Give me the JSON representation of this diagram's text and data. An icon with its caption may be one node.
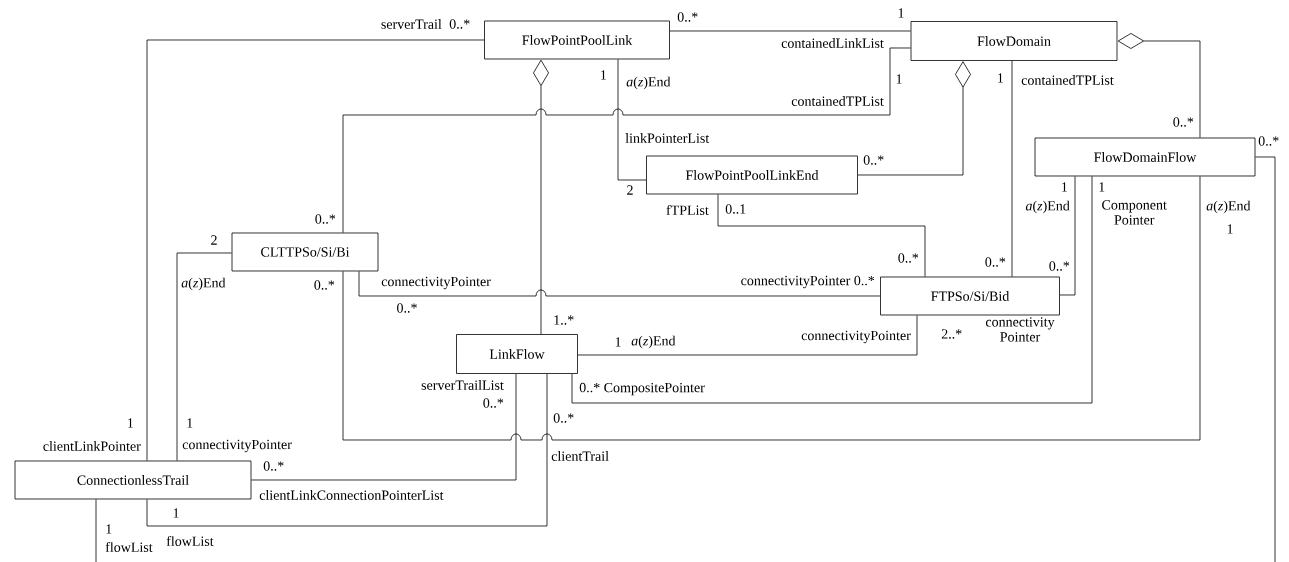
{
  "diagram": {
    "nodes": [
      {
        "text": [
          "FlowPointPoolLink"
        ]
      },
      {
        "text": [
          "FlowDomain"
        ]
      },
      {
        "text": [
          "FlowDomainFlow"
        ]
      },
      {
        "text": [
          "FlowPointPoolLinkEnd"
        ]
      },
      {
        "text": [
          "CLTTPSo/Si/Bi"
        ]
      },
      {
        "text": [
          "FTPSo/Si/Bid"
        ]
      },
      {
        "text": [
          "LinkFlow"
        ]
      },
      {
        "text": [
          "ConnectionlessTrail"
        ]
      }
    ],
    "edges": [
      {
        "from": 0,
        "to": 1,
        "arrow": "none"
      },
      {
        "from": 1,
        "to": 4,
        "arrow": "none"
      },
      {
        "from": 0,
        "to": 6,
        "arrow": "other"
      },
      {
        "from": 0,
        "to": 3,
        "arrow": "none"
      },
      {
        "from": 1,
        "to": 3,
        "arrow": "other"
      },
      {
        "from": 1,
        "to": 5,
        "arrow": "none"
      },
      {
        "from": 1,
        "to": 2,
        "arrow": "other"
      },
      {
        "from": 3,
        "to": 5,
        "arrow": "none"
      },
      {
        "from": 4,
        "to": 5,
        "arrow": "none"
      },
      {
        "from": 2,
        "to": 5,
        "arrow": "none"
      },
      {
        "from": 6,
        "to": 5,
        "arrow": "none"
      },
      {
        "from": 6,
        "to": 2,
        "arrow": "none"
      },
      {
        "from": 2,
        "to": 4,
        "arrow": "none"
      },
      {
        "from": 2,
        "to": null,
        "arrow": "none"
      },
      {
        "from": 0,
        "to": 7,
        "arrow": "none"
      },
      {
        "from": 4,
        "to": 7,
        "arrow": "none"
      },
      {
        "from": 7,
        "to": 6,
        "arrow": "none"
      },
      {
        "from": 7,
        "to": 6,
        "arrow": "none"
      },
      {
        "from": 7,
        "to": null,
        "arrow": "none"
      }
    ],
    "labels": [
      "serverTrail",
      "0..*",
      "0..*",
      "1",
      "containedLinkList",
      "1",
      "*a*(*z*)End",
      "1",
      "1",
      "containedTPList",
      "containedTPList",
      "linkPointerList",
      "0..*",
      "0..*",
      "0..*",
      "2",
      "1",
      "1",
      "*a*(*z*)End",
      "Component Pointer",
      "*a*(*z*)End",
      "1",
      "fTPList",
      "0..1",
      "0..*",
      "2",
      "0..*",
      "0..*",
      "0..*",
      "*a*(*z*)End",
      "0..*",
      "connectivityPointer",
      "connectivityPointer 0..*",
      "0..*",
      "1..*",
      "connectivity Pointer",
      "2..*",
      "1",
      "*a*(*z*)End",
      "connectivityPointer",
      "serverTrailList",
      "0..*",
      "0..* CompositePointer",
      "1",
      "1",
      "0..*",
      "clientLinkPointer",
      "connectivityPointer",
      "0..*",
      "clientTrail",
      "clientLinkConnectionPointerList",
      "1",
      "1",
      "flowList",
      "flowList"
    ]
  }
}
